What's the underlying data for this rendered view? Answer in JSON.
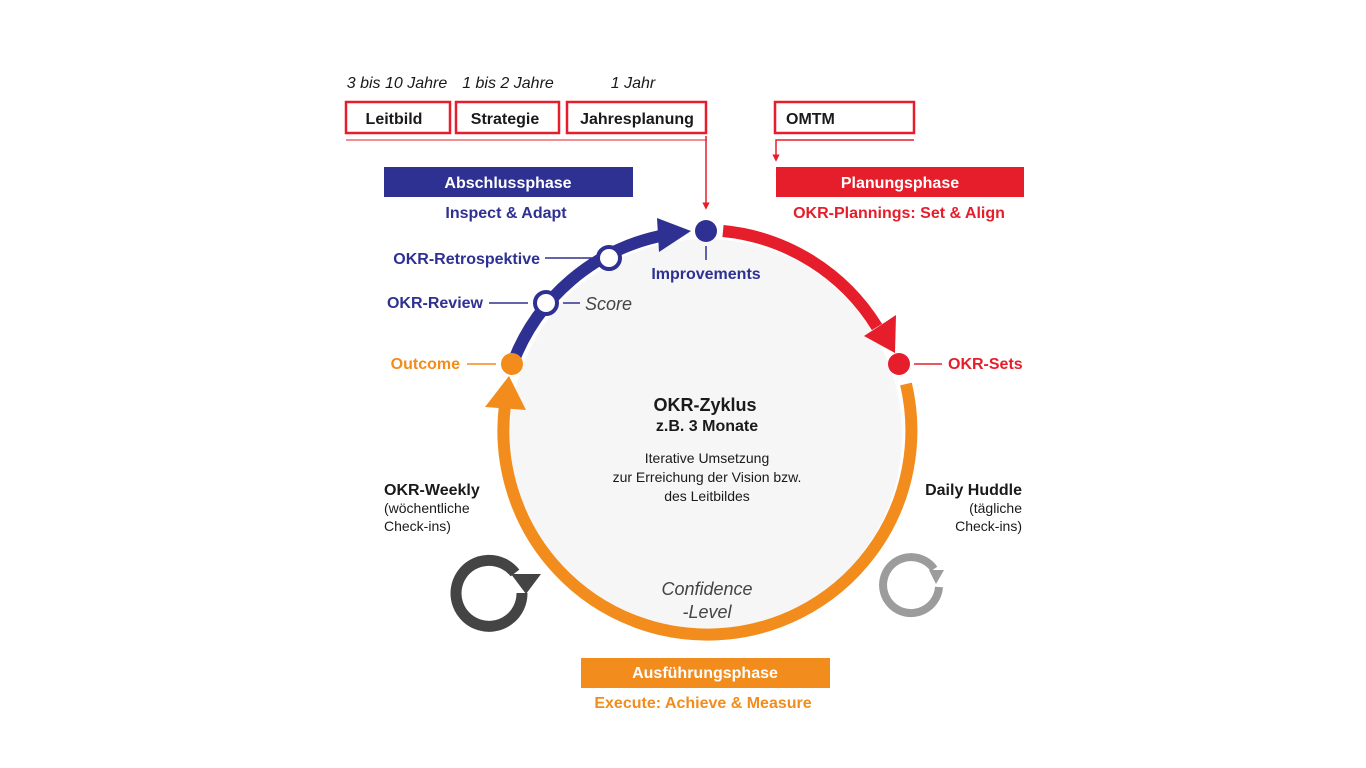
{
  "colors": {
    "blue": "#2e3192",
    "red": "#e61e2b",
    "orange": "#f28c1c",
    "dark_gray": "#444444",
    "light_gray": "#9c9c9c",
    "text_dark": "#1a1a1a"
  },
  "timeline": {
    "durations": [
      "3 bis 10 Jahre",
      "1 bis 2 Jahre",
      "1 Jahr"
    ],
    "boxes": [
      "Leitbild",
      "Strategie",
      "Jahresplanung"
    ],
    "omtm": "OMTM"
  },
  "phases": {
    "closing": {
      "title": "Abschlussphase",
      "subtitle": "Inspect & Adapt"
    },
    "planning": {
      "title": "Planungsphase",
      "subtitle": "OKR-Plannings: Set & Align"
    },
    "execution": {
      "title": "Ausführungsphase",
      "subtitle": "Execute: Achieve & Measure"
    }
  },
  "cycle": {
    "improvements": "Improvements",
    "retrospective": "OKR-Retrospektive",
    "review": "OKR-Review",
    "score": "Score",
    "outcome": "Outcome",
    "okr_sets": "OKR-Sets",
    "confidence_line1": "Confidence",
    "confidence_line2": "-Level"
  },
  "center": {
    "title": "OKR-Zyklus",
    "subtitle": "z.B. 3 Monate",
    "desc_line1": "Iterative Umsetzung",
    "desc_line2": "zur Erreichung der Vision bzw.",
    "desc_line3": "des Leitbildes"
  },
  "weekly": {
    "title": "OKR-Weekly",
    "line1": "(wöchentliche",
    "line2": "Check-ins)"
  },
  "daily": {
    "title": "Daily Huddle",
    "line1": "(tägliche",
    "line2": "Check-ins)"
  }
}
